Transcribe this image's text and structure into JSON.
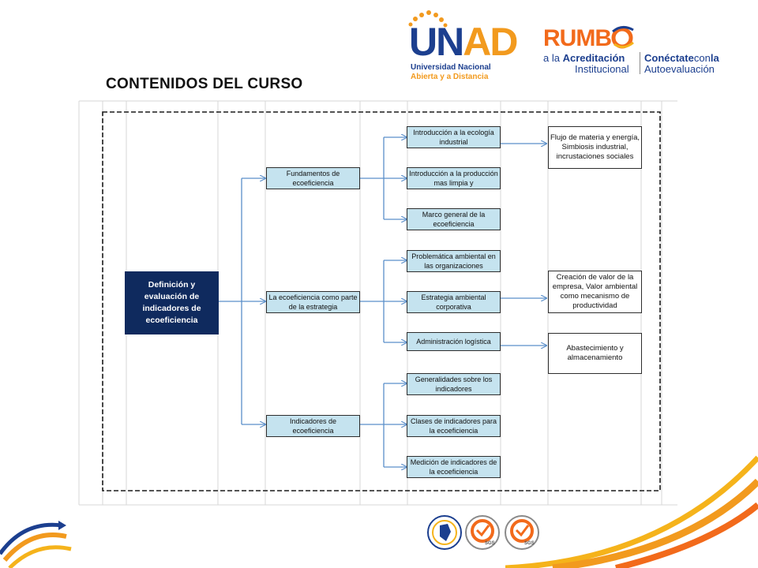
{
  "page": {
    "title": "CONTENIDOS DEL CURSO"
  },
  "logos": {
    "unad": {
      "wordmark_u": "U",
      "wordmark_n": "N",
      "wordmark_ad": "AD",
      "line1": "Universidad Nacional",
      "line2": "Abierta y a Distancia"
    },
    "rumbo": {
      "wordmark": "RUMB",
      "line1_prefix": "a la ",
      "line1_bold": "Acreditación",
      "line2": "Institucional",
      "right1_bold": "Conéctate",
      "right1_mid": "con",
      "right1_end": "la",
      "right2": "Autoevaluación"
    }
  },
  "diagram": {
    "root": "Definición y evaluación de indicadores de ecoeficiencia",
    "level1": [
      "Fundamentos de ecoeficiencia",
      "La ecoeficiencia como parte de la estrategia",
      "Indicadores de ecoeficiencia"
    ],
    "level2": [
      "Introducción a la ecología industrial",
      "Introducción a la producción mas limpia y",
      "Marco general de la ecoeficiencia",
      "Problemática ambiental en las organizaciones",
      "Estrategia ambiental corporativa",
      "Administración logística",
      "Generalidades sobre los indicadores",
      "Clases de indicadores para la ecoeficiencia",
      "Medición de indicadores de la ecoeficiencia"
    ],
    "level3": [
      "Flujo de materia y energía, Simbiosis industrial, incrustaciones sociales",
      "Creación de valor de la empresa, Valor ambiental como mecanismo de productividad",
      "Abastecimiento y almacenamiento"
    ]
  },
  "footer": {
    "seal1_label": "SGS",
    "seal2_label": "SGS"
  },
  "colors": {
    "node_fill": "#c5e3ef",
    "root_fill": "#0f2a5e",
    "connector": "#5b8fc9",
    "unad_blue": "#1c3f8f",
    "unad_orange": "#f29a1e",
    "rumbo_orange": "#f26a1b"
  }
}
